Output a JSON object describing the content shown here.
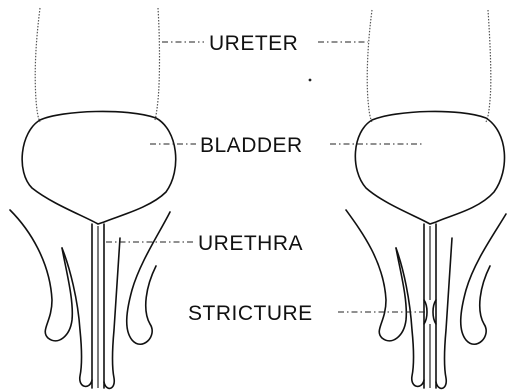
{
  "labels": {
    "ureter": "URETER",
    "bladder": "BLADDER",
    "urethra": "URETHRA",
    "stricture": "STRICTURE"
  }
}
